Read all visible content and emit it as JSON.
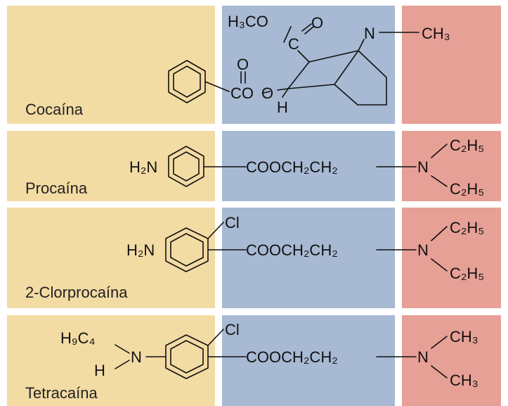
{
  "colors": {
    "lipophilic": "#f3dba4",
    "chain": "#a7b9d3",
    "amine": "#e7a096",
    "bond": "#111111"
  },
  "drugs": [
    {
      "name": "Cocaína"
    },
    {
      "name": "Procaína"
    },
    {
      "name": "2-Clorprocaína"
    },
    {
      "name": "Tetracaína"
    }
  ],
  "labels": {
    "h2n": "H₂N",
    "cl": "Cl",
    "h9c4": "H₉C₄",
    "h": "H",
    "n": "N",
    "c2h5": "C₂H₅",
    "ch3": "CH₃",
    "ester_chain": "COOCH₂CH₂",
    "h3co": "H₃CO",
    "o": "O",
    "c": "C",
    "co": "CO",
    "oh": "O"
  }
}
